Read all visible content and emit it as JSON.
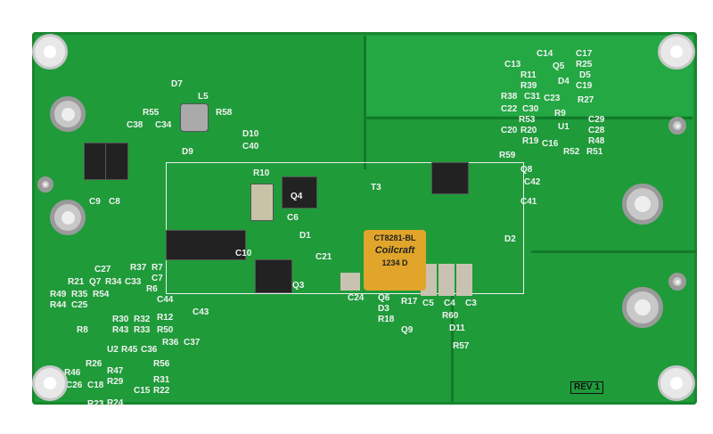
{
  "revision": "REV 1",
  "transformer": {
    "part": "CT8281-BL",
    "brand": "Coilcraft",
    "code": "1234 D"
  },
  "labels": [
    "D7",
    "L5",
    "R58",
    "D10",
    "C40",
    "D9",
    "C38",
    "R55",
    "C34",
    "C9",
    "C8",
    "R10",
    "Q4",
    "C6",
    "T3",
    "R59",
    "Q8",
    "C42",
    "C41",
    "D1",
    "C10",
    "C21",
    "D2",
    "Q3",
    "C24",
    "Q6",
    "D3",
    "R18",
    "R17",
    "C5",
    "C4",
    "C3",
    "R60",
    "D11",
    "Q9",
    "R57",
    "C43",
    "R37",
    "R7",
    "C7",
    "R6",
    "C44",
    "C27",
    "R21",
    "Q7",
    "R34",
    "C33",
    "R49",
    "R35",
    "R54",
    "R44",
    "C25",
    "R30",
    "R32",
    "R8",
    "R43",
    "R33",
    "R12",
    "R50",
    "U2",
    "R36",
    "C37",
    "R56",
    "R45",
    "C36",
    "R26",
    "R29",
    "R47",
    "C15",
    "R31",
    "R22",
    "C18",
    "C26",
    "R23",
    "R24",
    "R46",
    "Q5",
    "C13",
    "C14",
    "C17",
    "R25",
    "D5",
    "C19",
    "R11",
    "R39",
    "C31",
    "C23",
    "R38",
    "C22",
    "C20",
    "C30",
    "D4",
    "R9",
    "R27",
    "R53",
    "U1",
    "C29",
    "C28",
    "R48",
    "R51",
    "R52",
    "R20",
    "C16",
    "R19"
  ]
}
